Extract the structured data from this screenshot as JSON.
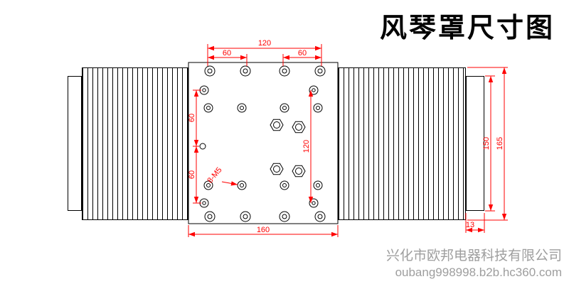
{
  "title": "风琴罩尺寸图",
  "footer": {
    "company": "兴化市欧邦电器科技有限公司",
    "url": "oubang998998.b2b.hc360.com"
  },
  "dims": {
    "top_total": "120",
    "top_left": "60",
    "top_right": "60",
    "left_upper": "60",
    "left_lower": "60",
    "right_inner": "120",
    "bottom_width": "160",
    "right_inner_height": "150",
    "right_total_height": "165",
    "endcap_width": "13",
    "holes_callout": "8-M5"
  },
  "colors": {
    "dimension": "#ff0000",
    "outline": "#000000",
    "footer_text": "#9e9e9e"
  }
}
